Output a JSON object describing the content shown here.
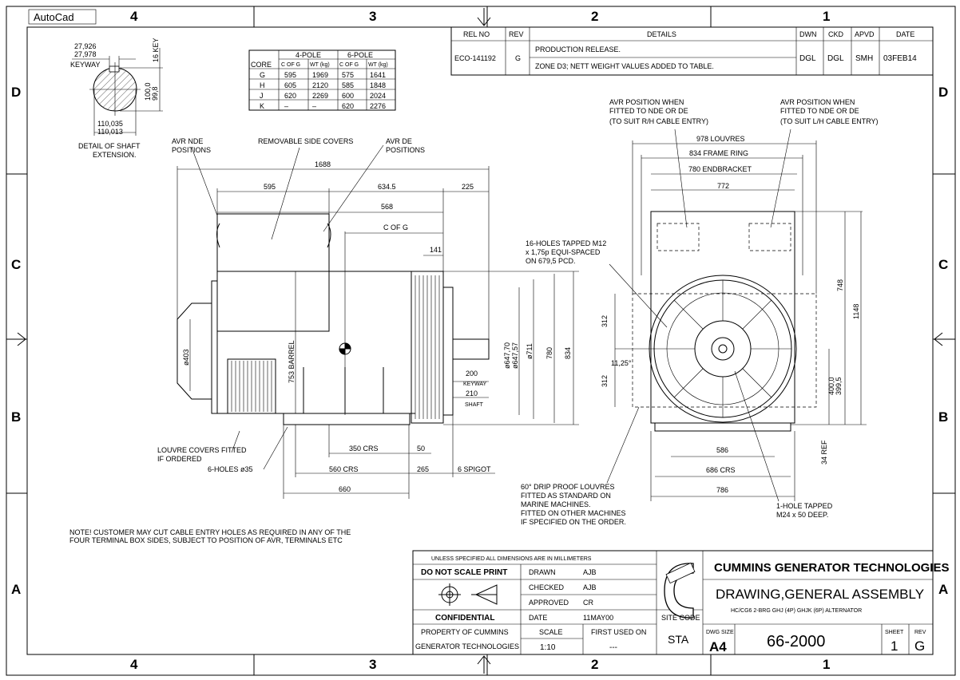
{
  "app_tag": "AutoCad",
  "zones": {
    "cols": [
      "4",
      "3",
      "2",
      "1"
    ],
    "rows": [
      "D",
      "C",
      "B",
      "A"
    ]
  },
  "revision": {
    "headers": [
      "REL NO",
      "REV",
      "DETAILS",
      "DWN",
      "CKD",
      "APVD",
      "DATE"
    ],
    "rel_no": "ECO-141192",
    "rev": "G",
    "details": [
      "PRODUCTION RELEASE.",
      "ZONE D3; NETT WEIGHT VALUES ADDED TO TABLE."
    ],
    "dwn": "DGL",
    "ckd": "DGL",
    "apvd": "SMH",
    "date": "03FEB14"
  },
  "weight_table": {
    "group_headers": [
      "4-POLE",
      "6-POLE"
    ],
    "headers": [
      "CORE",
      "C OF G",
      "WT (kg)",
      "C OF G",
      "WT (kg)"
    ],
    "rows": [
      [
        "G",
        "595",
        "1969",
        "575",
        "1641"
      ],
      [
        "H",
        "605",
        "2120",
        "585",
        "1848"
      ],
      [
        "J",
        "620",
        "2269",
        "600",
        "2024"
      ],
      [
        "K",
        "–",
        "–",
        "620",
        "2276"
      ]
    ]
  },
  "shaft": {
    "keyway_a": "27,926",
    "keyway_b": "27,978",
    "keyway": "KEYWAY",
    "key": "16 KEY",
    "dia_a": "100,0",
    "dia_b": "99,8",
    "bore_a": "110,035",
    "bore_b": "110,013",
    "caption1": "DETAIL OF SHAFT",
    "caption2": "EXTENSION."
  },
  "side": {
    "avr_nde1": "AVR NDE",
    "avr_nde2": "POSITIONS",
    "covers": "REMOVABLE SIDE COVERS",
    "avr_de1": "AVR DE",
    "avr_de2": "POSITIONS",
    "d1688": "1688",
    "d595": "595",
    "d6345": "634.5",
    "d225": "225",
    "d568": "568",
    "cofg": "C OF G",
    "d141": "141",
    "d403": "ø403",
    "barrel": "753 BARREL",
    "d200": "200",
    "keyway": "KEYWAY",
    "d210": "210",
    "shaft": "SHAFT",
    "d64770": "ø647,70",
    "d64757": "ø647,57",
    "d711": "ø711",
    "d780": "780",
    "d834": "834",
    "d350": "350 CRS",
    "d50": "50",
    "d560": "560 CRS",
    "d265": "265",
    "spigot": "6 SPIGOT",
    "d660": "660",
    "louvre1": "LOUVRE COVERS FITTED",
    "louvre2": "IF ORDERED",
    "holes": "6-HOLES ø35"
  },
  "end": {
    "avr_r1": "AVR POSITION WHEN",
    "avr_r2": "FITTED TO NDE OR DE",
    "avr_r3": "(TO SUIT R/H CABLE ENTRY)",
    "avr_l1": "AVR POSITION WHEN",
    "avr_l2": "FITTED TO NDE OR DE",
    "avr_l3": "(TO SUIT L/H CABLE ENTRY)",
    "d978": "978 LOUVRES",
    "d834": "834 FRAME RING",
    "d780": "780 ENDBRACKET",
    "d772": "772",
    "tap1": "16-HOLES TAPPED M12",
    "tap2": "x 1,75p EQUI-SPACED",
    "tap3": "ON 679,5 PCD.",
    "d312a": "312",
    "d312b": "312",
    "angle": "11,25°",
    "d748": "748",
    "d1148": "1148",
    "d400": "400,0",
    "d3995": "399,5",
    "d586": "586",
    "d686": "686 CRS",
    "d786": "786",
    "d34": "34 REF",
    "drip1": "60° DRIP PROOF LOUVRES",
    "drip2": "FITTED AS STANDARD ON",
    "drip3": "MARINE MACHINES.",
    "drip4": "FITTED ON OTHER MACHINES",
    "drip5": "IF SPECIFIED ON THE ORDER.",
    "hole1": "1-HOLE TAPPED",
    "hole2": "M24 x 50 DEEP."
  },
  "note": [
    "NOTE! CUSTOMER MAY CUT CABLE ENTRY HOLES AS REQUIRED IN ANY OF THE",
    "FOUR TERMINAL BOX SIDES, SUBJECT TO POSITION OF AVR, TERMINALS ETC"
  ],
  "title_block": {
    "units": "UNLESS SPECIFIED ALL DIMENSIONS ARE IN MILLIMETERS",
    "no_scale": "DO NOT SCALE PRINT",
    "confidential": "CONFIDENTIAL",
    "property1": "PROPERTY OF CUMMINS",
    "property2": "GENERATOR TECHNOLOGIES",
    "drawn_l": "DRAWN",
    "drawn": "AJB",
    "checked_l": "CHECKED",
    "checked": "AJB",
    "approved_l": "APPROVED",
    "approved": "CR",
    "date_l": "DATE",
    "date": "11MAY00",
    "scale_l": "SCALE",
    "scale": "1:10",
    "first_used_l": "FIRST USED ON",
    "first_used": "---",
    "site_code_l": "SITE CODE",
    "site_code": "STA",
    "logo": "Cummins",
    "company": "CUMMINS GENERATOR TECHNOLOGIES",
    "title": "DRAWING,GENERAL ASSEMBLY",
    "subtitle": "HC/CG6 2-BRG GHJ (4P) GHJK (6P) ALTERNATOR",
    "dwg_size_l": "DWG SIZE",
    "dwg_size": "A4",
    "dwg_no": "66-2000",
    "sheet_l": "SHEET",
    "sheet": "1",
    "rev_l": "REV",
    "rev": "G"
  }
}
